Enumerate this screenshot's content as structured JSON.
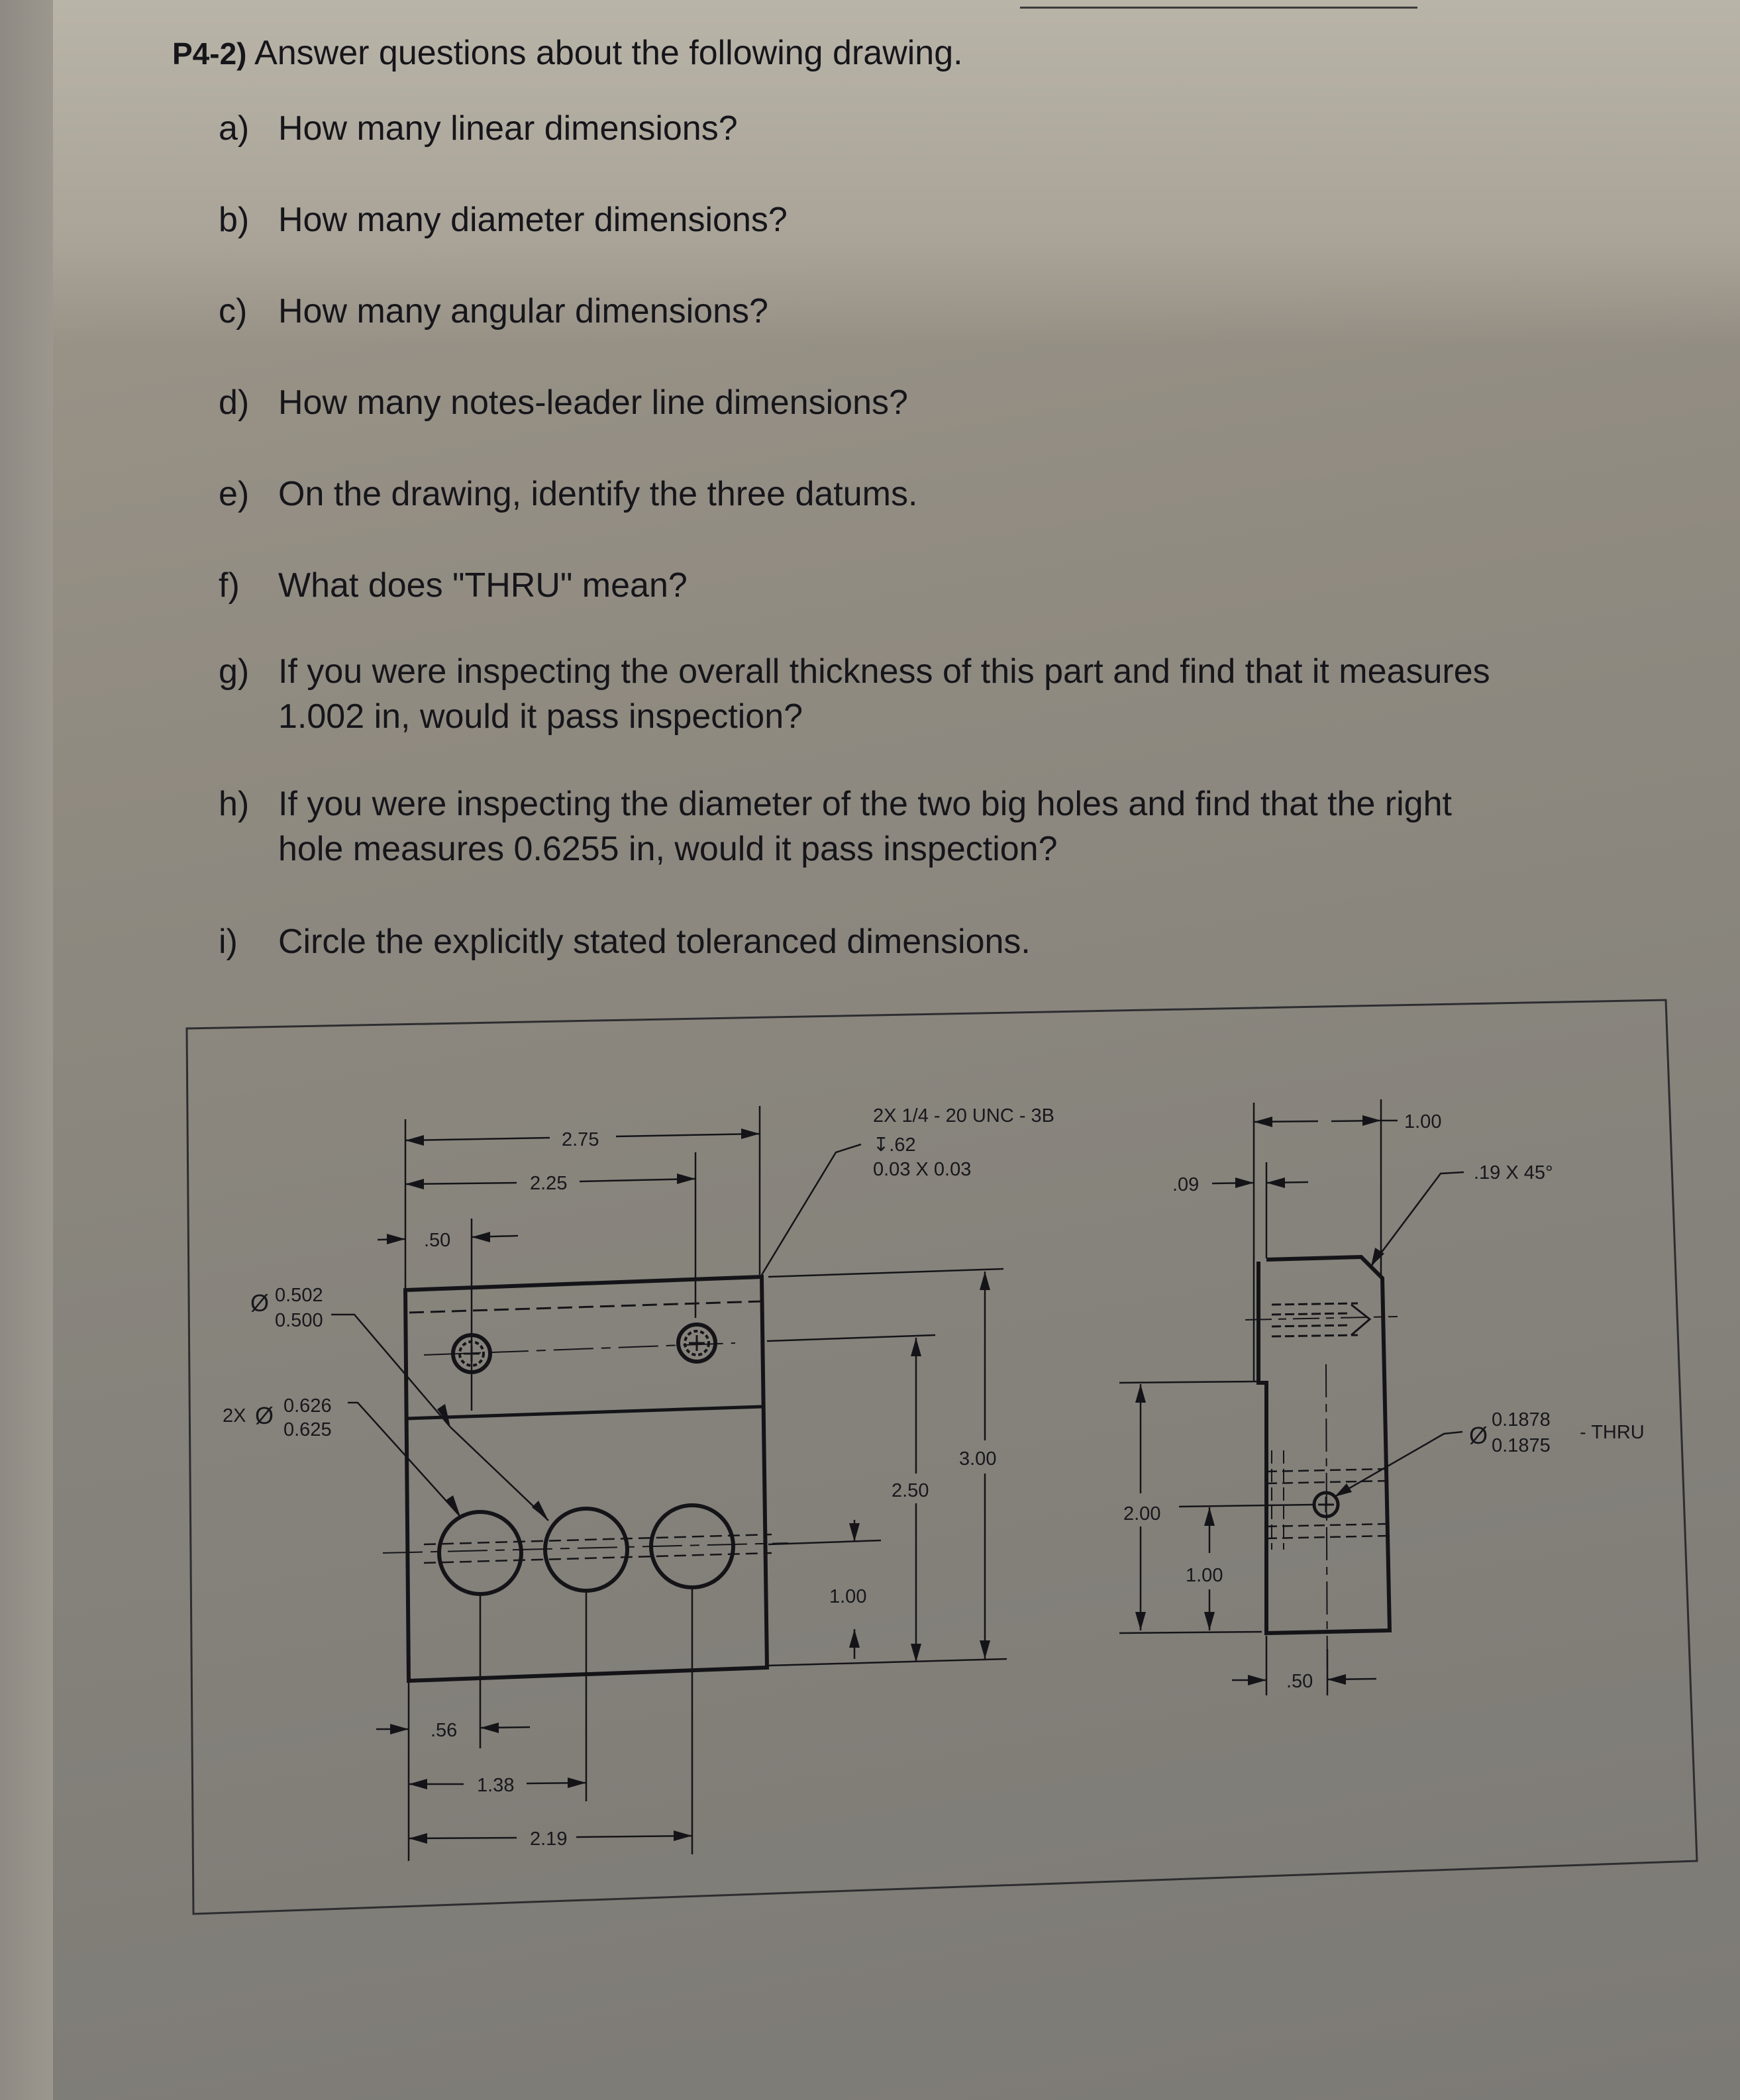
{
  "problem": {
    "number": "P4-2)",
    "prompt": "Answer questions about the following drawing."
  },
  "questions": [
    {
      "letter": "a)",
      "lines": [
        "How many linear dimensions?"
      ]
    },
    {
      "letter": "b)",
      "lines": [
        "How many diameter dimensions?"
      ]
    },
    {
      "letter": "c)",
      "lines": [
        "How many angular dimensions?"
      ]
    },
    {
      "letter": "d)",
      "lines": [
        "How many notes-leader line dimensions?"
      ]
    },
    {
      "letter": "e)",
      "lines": [
        "On the drawing, identify the three datums."
      ]
    },
    {
      "letter": "f)",
      "lines": [
        "What does \"THRU\" mean?"
      ]
    },
    {
      "letter": "g)",
      "lines": [
        "If you were inspecting the overall thickness of this part and find that it measures",
        "1.002 in, would it pass inspection?"
      ]
    },
    {
      "letter": "h)",
      "lines": [
        "If you were inspecting the diameter of the two big holes and find that the right",
        "hole measures 0.6255 in, would it pass inspection?"
      ]
    },
    {
      "letter": "i)",
      "lines": [
        "Circle the explicitly stated toleranced dimensions."
      ]
    }
  ],
  "drawing": {
    "front_view": {
      "dim_overall_top": "2.75",
      "dim_top_second": "2.25",
      "dim_left_offset": ".50",
      "small_hole_dia_upper": "0.502",
      "small_hole_dia_lower": "0.500",
      "big_hole_qty": "2X",
      "big_hole_dia_upper": "0.626",
      "big_hole_dia_lower": "0.625",
      "diameter_symbol": "Ø",
      "thread_note_line1": "2X 1/4 - 20 UNC - 3B",
      "thread_note_line2": "↧.62",
      "thread_note_line3": "0.03 X 0.03",
      "dim_height_total": "3.00",
      "dim_height_upper": "2.50",
      "dim_height_lower": "1.00",
      "dim_bottom_first": ".56",
      "dim_bottom_second": "1.38",
      "dim_bottom_third": "2.19"
    },
    "side_view": {
      "dim_width": "1.00",
      "dim_step": ".09",
      "chamfer_note": ".19 X 45°",
      "hole_dia_upper": "0.1878",
      "hole_dia_lower": "0.1875",
      "hole_note": "- THRU",
      "dim_height_step": "2.00",
      "dim_height_hole": "1.00",
      "dim_bottom": ".50"
    }
  }
}
